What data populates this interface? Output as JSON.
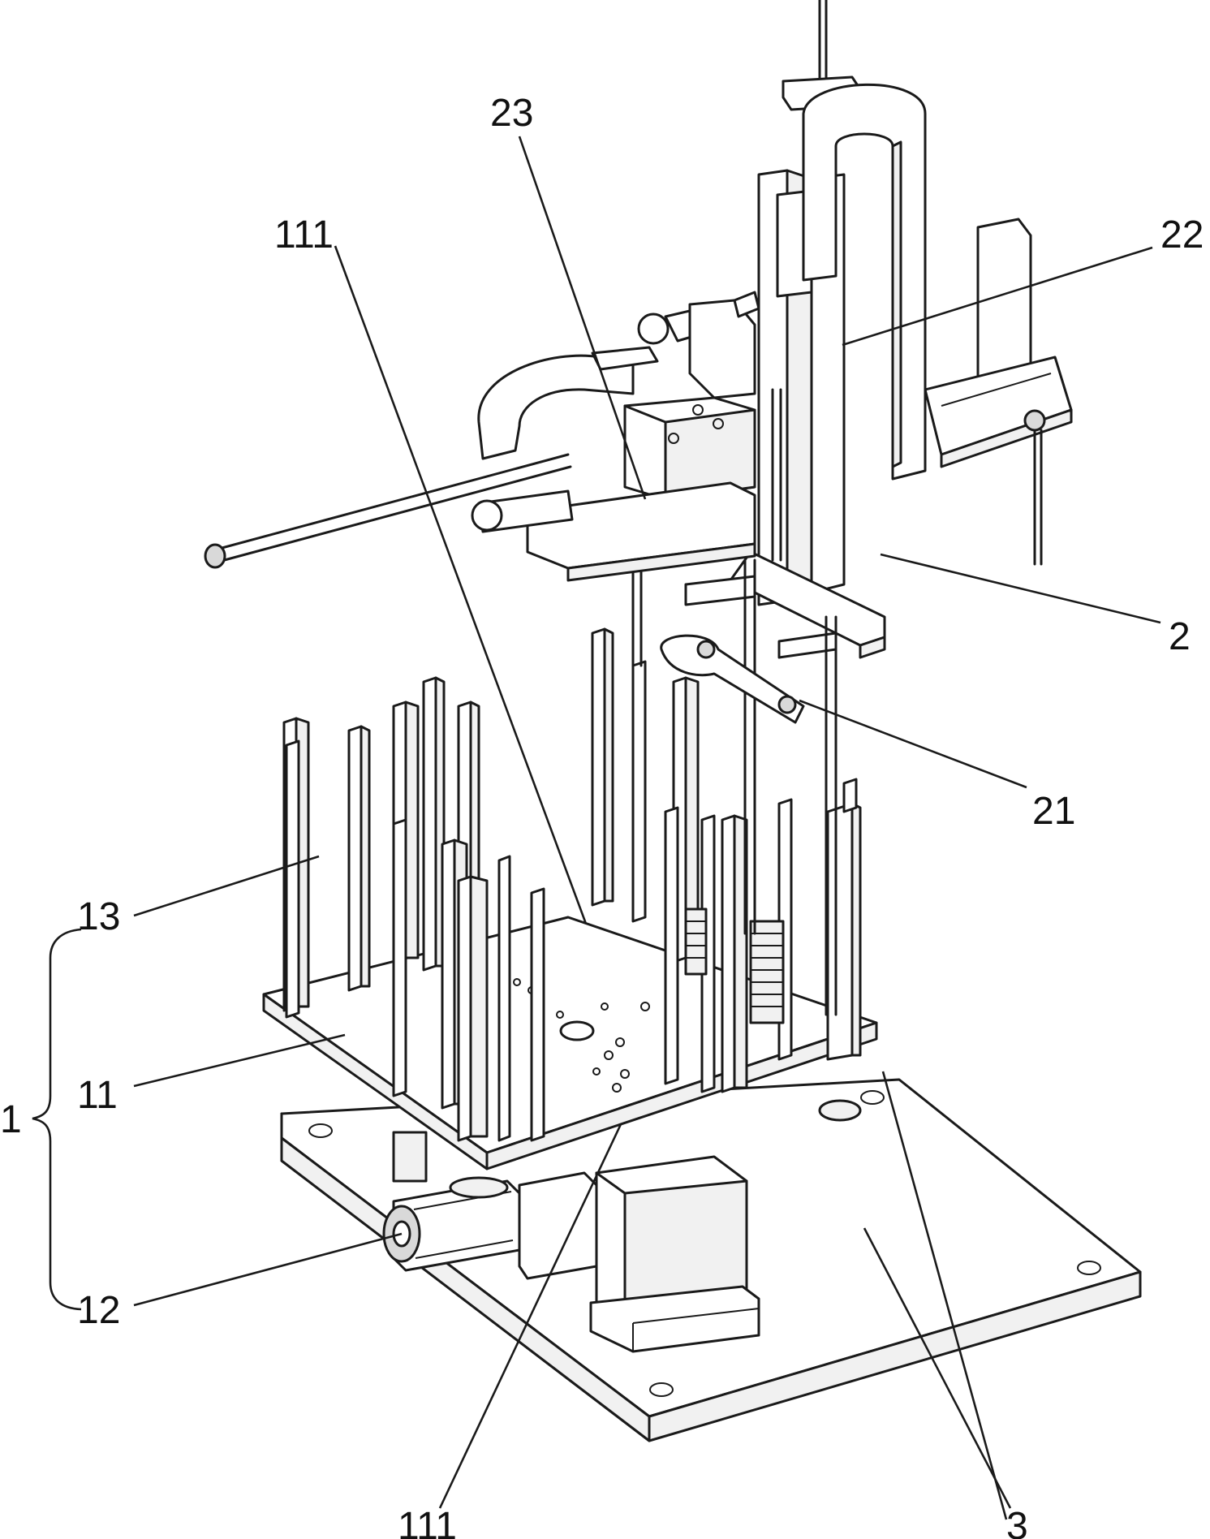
{
  "figure": {
    "labels": {
      "l23": "23",
      "l111_top": "111",
      "l22": "22",
      "l2": "2",
      "l21": "21",
      "l13": "13",
      "l1": "1",
      "l11": "11",
      "l12": "12",
      "l111_bottom": "111",
      "l3": "3"
    }
  }
}
